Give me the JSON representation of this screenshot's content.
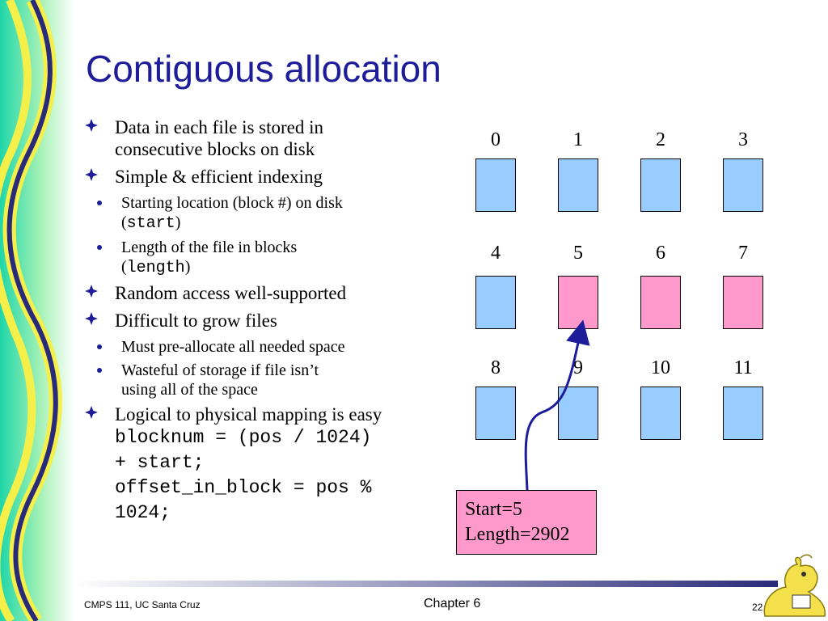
{
  "slide": {
    "title": "Contiguous allocation",
    "colors": {
      "title": "#1d1d99",
      "free_block": "#99ccff",
      "used_block": "#ff99cc",
      "info_box": "#ff99cc",
      "arrow": "#1d1d99"
    }
  },
  "bullets": [
    {
      "level": 1,
      "text_lines": [
        "Data in each file is stored in",
        "consecutive blocks on disk"
      ]
    },
    {
      "level": 1,
      "text_lines": [
        "Simple & efficient indexing"
      ]
    },
    {
      "level": 2,
      "line1": "Starting location (block #) on disk",
      "pre": "(",
      "code": "start",
      "post": ")"
    },
    {
      "level": 2,
      "line1": "Length of the file in blocks",
      "pre": "(",
      "code": "length",
      "post": ")"
    },
    {
      "level": 1,
      "text_lines": [
        "Random access well-supported"
      ]
    },
    {
      "level": 1,
      "text_lines": [
        "Difficult to grow files"
      ]
    },
    {
      "level": 2,
      "text_lines": [
        "Must pre-allocate all needed space"
      ]
    },
    {
      "level": 2,
      "text_lines": [
        "Wasteful of storage if file isn’t",
        "using all of the space"
      ]
    },
    {
      "level": 1,
      "text_lines": [
        "Logical to physical mapping is easy"
      ]
    }
  ],
  "code_lines": [
    "blocknum = (pos / 1024)",
    "+ start;",
    "offset_in_block = pos %",
    "1024;"
  ],
  "disk": {
    "block_numbers": [
      "0",
      "1",
      "2",
      "3",
      "4",
      "5",
      "6",
      "7",
      "8",
      "9",
      "10",
      "11"
    ],
    "used_blocks": [
      5,
      6,
      7
    ],
    "info_lines": [
      "Start=5",
      "Length=2902"
    ]
  },
  "footer": {
    "left": "CMPS 111, UC Santa Cruz",
    "center": "Chapter 6",
    "page": "22"
  }
}
